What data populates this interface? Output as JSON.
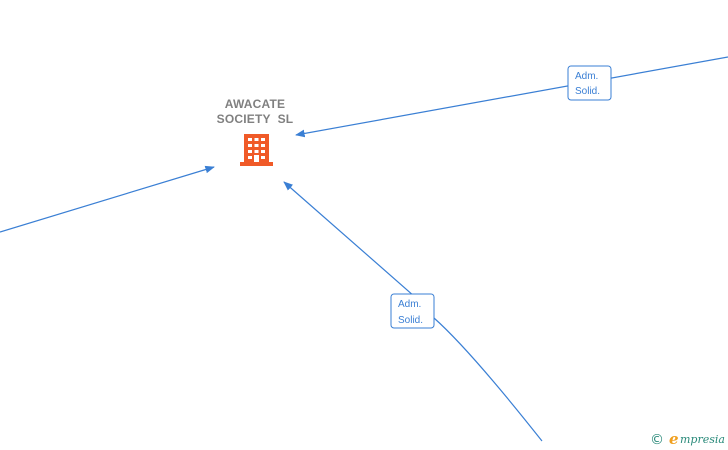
{
  "node": {
    "name_line1": "AWACATE",
    "name_line2": "SOCIETY  SL",
    "icon": "building-icon",
    "icon_color": "#f05a28"
  },
  "edges": [
    {
      "label_line1": "Adm.",
      "label_line2": "Solid."
    },
    {
      "label_line1": "Adm.",
      "label_line2": "Solid."
    }
  ],
  "edge_color": "#3a7fd4",
  "watermark": {
    "symbol": "©",
    "brand_initial": "e",
    "brand_rest": "mpresia"
  }
}
